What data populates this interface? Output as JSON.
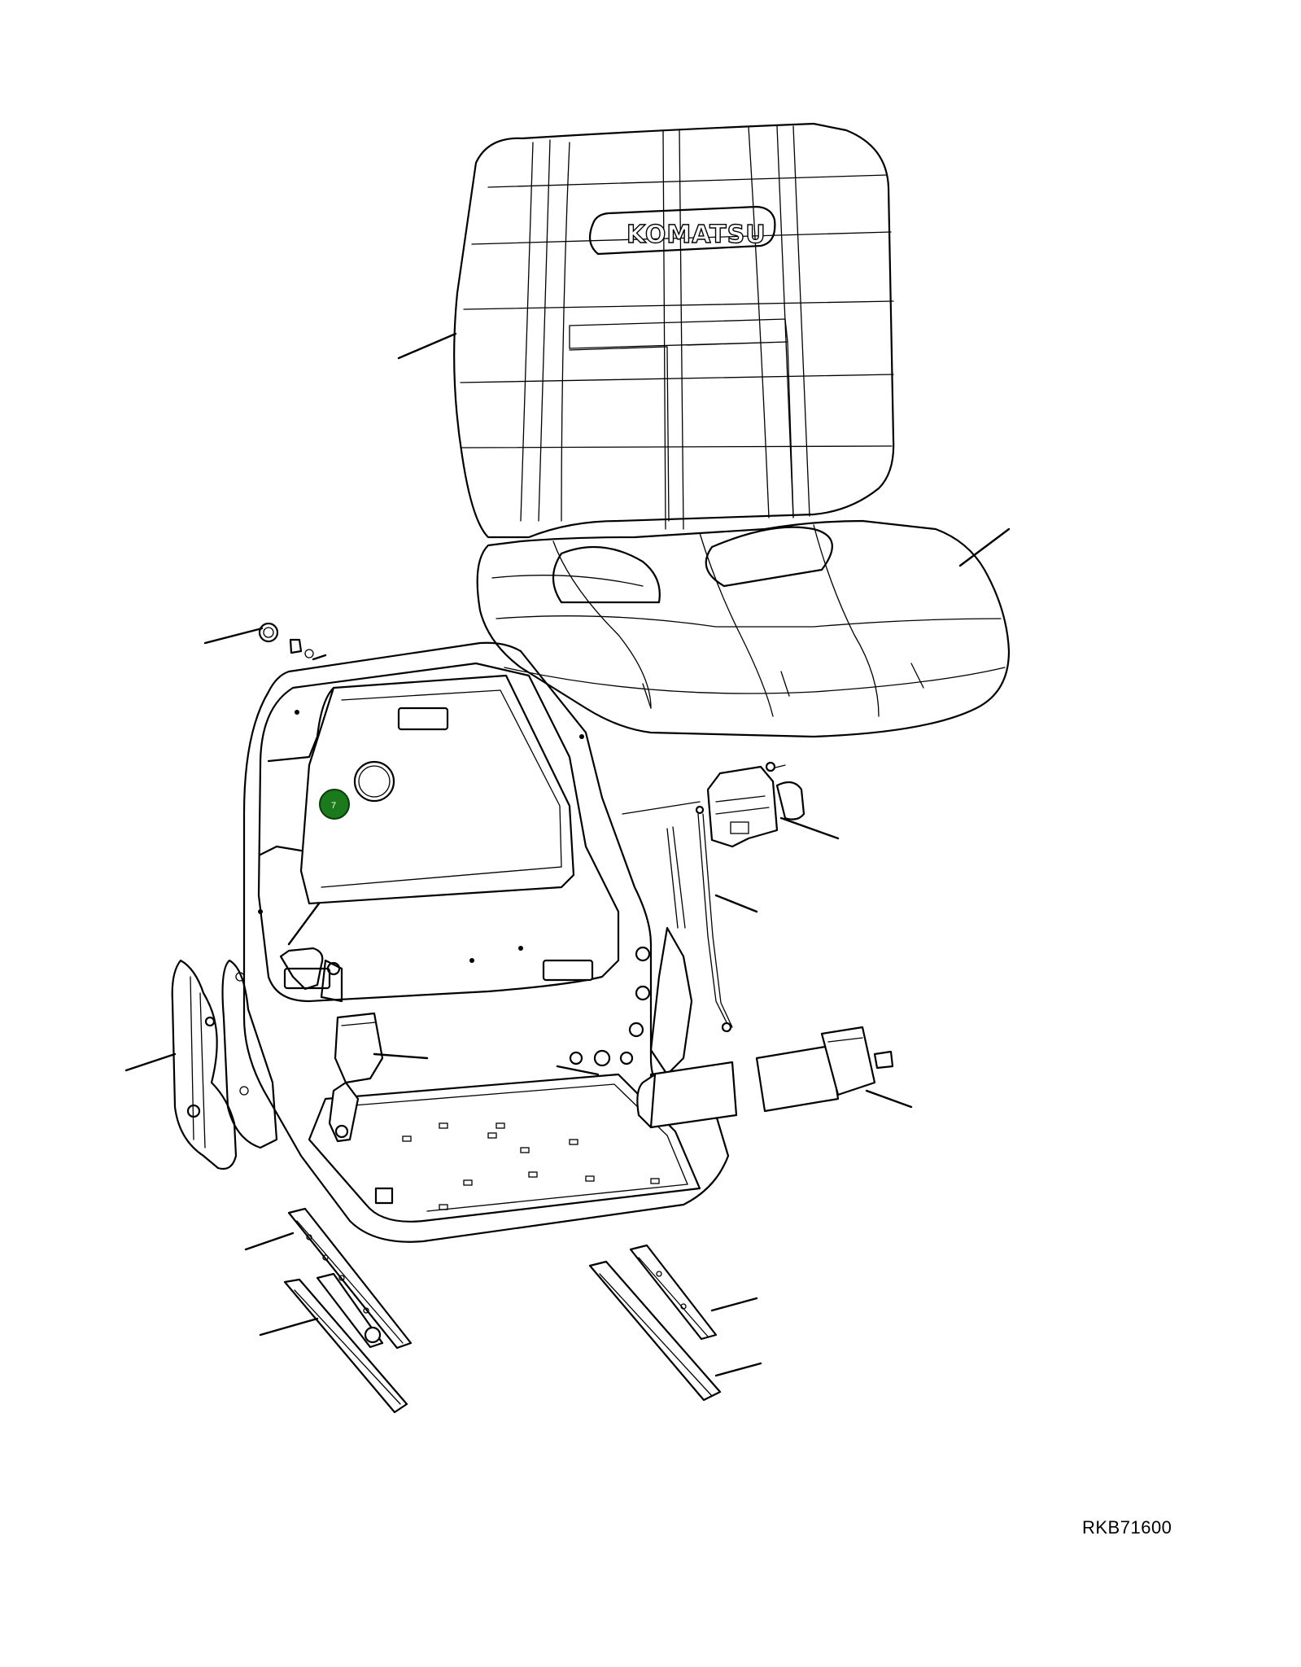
{
  "diagram": {
    "brand_logo_text": "KOMATSU",
    "reference_code": "RKB71600",
    "callouts": [
      {
        "label": "7",
        "color": "#1b7a1b"
      }
    ]
  }
}
